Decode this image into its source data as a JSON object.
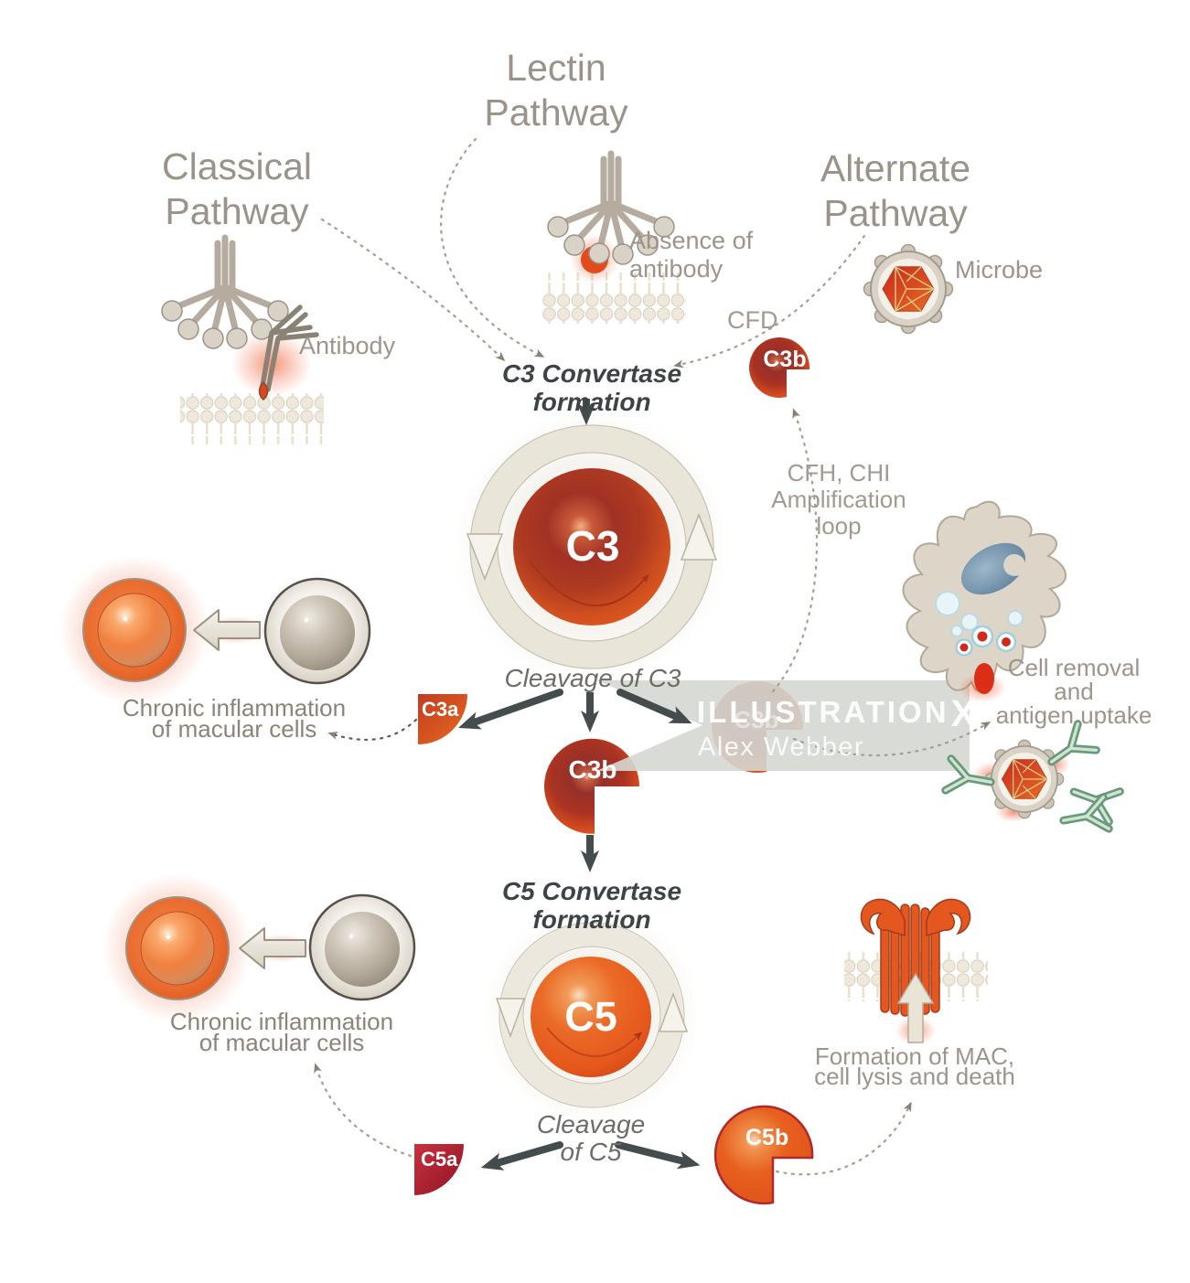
{
  "pathways": {
    "classical": {
      "title_lines": [
        "Classical",
        "Pathway"
      ],
      "label": "Antibody"
    },
    "lectin": {
      "title_lines": [
        "Lectin",
        "Pathway"
      ],
      "label_lines": [
        "Absence of",
        "antibody"
      ]
    },
    "alternate": {
      "title_lines": [
        "Alternate",
        "Pathway"
      ],
      "label": "Microbe",
      "cfd": "CFD"
    }
  },
  "cascade": {
    "c3_convertase_lines": [
      "C3 Convertase",
      "formation"
    ],
    "c3": "C3",
    "amplification_lines": [
      "CFH, CHI",
      "Amplification",
      "loop"
    ],
    "cleavage_c3": "Cleavage of C3",
    "c3a": "C3a",
    "c3b": "C3b",
    "c3b_top": "C3b",
    "c3b_right": "C3b",
    "c5_convertase_lines": [
      "C5 Convertase",
      "formation"
    ],
    "c5": "C5",
    "cleavage_c5_lines": [
      "Cleavage",
      "of C5"
    ],
    "c5a": "C5a",
    "c5b": "C5b"
  },
  "outcomes": {
    "chronic_inflammation_lines": [
      "Chronic inflammation",
      "of macular cells"
    ],
    "cell_removal_lines": [
      "Cell removal",
      "and",
      "antigen uptake"
    ],
    "mac_lines": [
      "Formation of MAC,",
      "cell lysis and death"
    ]
  },
  "watermark": {
    "brand": "ILLUSTRATION",
    "mark": "X",
    "author": "Alex Webber"
  },
  "colors": {
    "orange": "#e65d1e",
    "dark_red": "#a81f2d",
    "warm_gray": "#9a9188",
    "dark_text": "#3e4346",
    "ring_beige": "#e9e5d9",
    "antibody_green": "#69997d",
    "banner_gray": "#d5d8d2"
  }
}
